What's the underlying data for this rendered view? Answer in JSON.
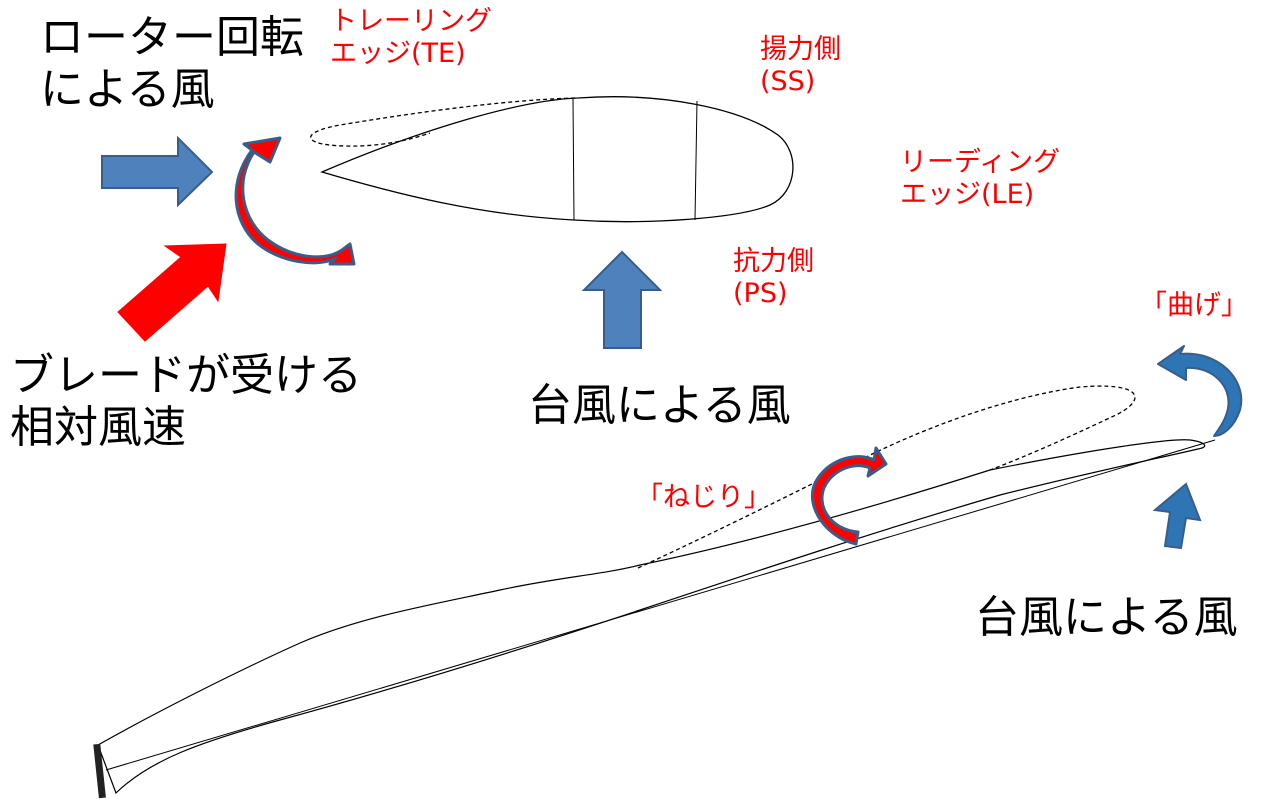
{
  "colors": {
    "text_black": "#000000",
    "text_red": "#ff0000",
    "arrow_blue_fill": "#4f81bd",
    "arrow_blue_stroke": "#385d8a",
    "arrow_red": "#ff0000",
    "curved_blue": "#2e75b6",
    "outline": "#000000"
  },
  "labels": {
    "rotor_wind": [
      "ローター回転",
      "による風"
    ],
    "relative_wind": [
      "ブレードが受ける",
      "相対風速"
    ],
    "trailing_edge": [
      "トレーリング",
      "エッジ(TE)"
    ],
    "suction_side": [
      "揚力側",
      "(SS)"
    ],
    "leading_edge": [
      "リーディング",
      "エッジ(LE)"
    ],
    "pressure_side": [
      "抗力側",
      "(PS)"
    ],
    "typhoon_wind_top": "台風による風",
    "typhoon_wind_bottom": "台風による風",
    "torsion": "「ねじり」",
    "bending": "「曲げ」"
  },
  "icons": {
    "rotor_arrow": "right-block-arrow",
    "relative_wind_arrow": "diagonal-block-arrow",
    "typhoon_arrow_top": "up-block-arrow",
    "typhoon_arrow_bottom": "up-block-arrow",
    "pitch_rotation_arrow": "curved-arrow",
    "torsion_arrow": "curved-arrow",
    "bending_arrow": "curved-arrow"
  }
}
